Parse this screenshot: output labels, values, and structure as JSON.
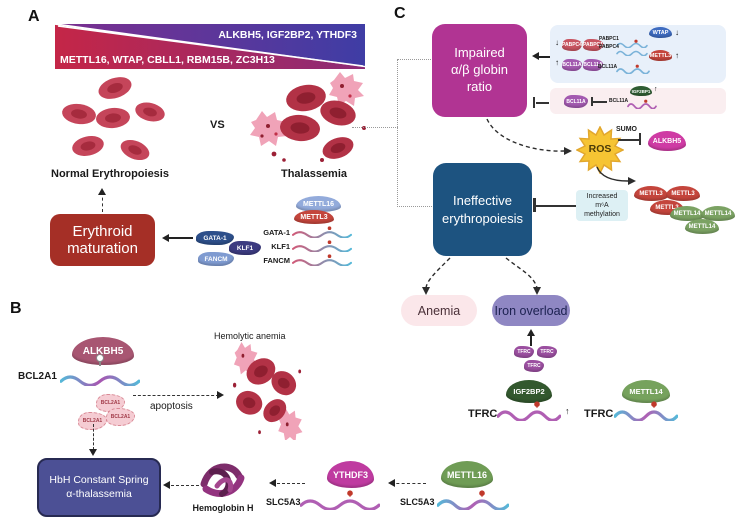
{
  "colors": {
    "banner_red": "#c42647",
    "banner_blue": "#3f3da5",
    "maturation_box": "#a52f26",
    "hbh_box": "#4c5095",
    "impaired_box": "#b13493",
    "ineffective_box": "#1d5380",
    "anemia_pill": "#fbe7ea",
    "iron_pill": "#8f87c3",
    "ros_star": "#f6c433",
    "mettl3": "#c4453c",
    "mettl14": "#7ba263",
    "mettl16_green": "#6f9c55",
    "mettl16_blue": "#93abdb",
    "alkbh5_dark": "#a85672",
    "alkbh5_bright": "#cf3ba4",
    "ythdf3": "#bf3ba0",
    "igf2bp2": "#33582e",
    "wtap": "#3f6cc0",
    "gata1": "#2d4f8a",
    "klf1": "#3c3b80",
    "fancm": "#7f9bd1",
    "tfrc": "#9b4fa0",
    "bcl11a": "#a35ab0",
    "pabpc": "#c85561",
    "rna_purple": "#b05fb3",
    "rna_cyan": "#56b8d8",
    "m6a_dot": "#c0392b"
  },
  "panelA": {
    "label": "A",
    "banner": {
      "up_regulators": "ALKBH5, IGF2BP2, YTHDF3",
      "down_regulators": "METTL16, WTAP, CBLL1, RBM15B, ZC3H13"
    },
    "normal_label": "Normal Erythropoiesis",
    "vs_label": "VS",
    "thalassemia_label": "Thalassemia",
    "maturation_box": {
      "line1": "Erythroid",
      "line2": "maturation"
    },
    "mettl16_blob": "METTL16",
    "mettl3_blob": "METTL3",
    "gata1_blob": "GATA-1",
    "klf1_blob": "KLF1",
    "fancm_blob": "FANCM",
    "mrna_gata1": "GATA-1",
    "mrna_klf1": "KLF1",
    "mrna_fancm": "FANCM"
  },
  "panelB": {
    "label": "B",
    "alkbh5_blob": "ALKBH5",
    "bcl2a1_mrna": "BCL2A1",
    "fragment": "BCL2A1",
    "apoptosis_label": "apoptosis",
    "hemolytic_label": "Hemolytic anemia",
    "hbh_box": {
      "line1": "HbH Constant Spring",
      "line2": "α-thalassemia"
    },
    "hemoglobin_h_label": "Hemoglobin H",
    "slc5a3_left_label": "SLC5A3",
    "ythdf3_blob": "YTHDF3",
    "slc5a3_right_label": "SLC5A3",
    "mettl16_blob": "METTL16"
  },
  "panelC": {
    "label": "C",
    "impaired_box": {
      "line1": "Impaired",
      "line2": "α/β globin",
      "line3": "ratio"
    },
    "rows": {
      "row1_down": "↓",
      "pabpc4_blob": "PABPC4",
      "pabpc1_blob": "PABPC1",
      "row1_mrna1": "PABPC1",
      "row1_mrna2": "PABPC4",
      "wtap_blob": "WTAP",
      "wtap_down": "↓",
      "row2_up": "↑",
      "bcl11a_blob1": "BCL11A",
      "bcl11a_blob2": "BCL11A",
      "row2_mrna": "BCL11A",
      "mettl3_blob": "METTL3",
      "mettl3_up": "↑",
      "row3_bcl11a_blob": "BCL11A",
      "row3_mrna": "BCL11A",
      "igf2bp1_blob": "IGF2BP1",
      "row3_up": "↑"
    },
    "ros_label": "ROS",
    "sumo_label": "SUMO",
    "alkbh5_blob": "ALKBH5",
    "mettl3_cluster": "METTL3",
    "mettl14_cluster": "METTL14",
    "increased_box": {
      "line1": "Increased",
      "line2": "m⁶A",
      "line3": "methylation"
    },
    "ineffective_box": {
      "line1": "Ineffective",
      "line2": "erythropoiesis"
    },
    "anemia_pill": "Anemia",
    "iron_pill": "Iron overload",
    "tfrc_blob": "TFRC",
    "tfrc_left_label": "TFRC",
    "igf2bp2_blob": "IGF2BP2",
    "tfrc_left_up": "↑",
    "tfrc_right_label": "TFRC",
    "mettl14_blob": "METTL14"
  }
}
